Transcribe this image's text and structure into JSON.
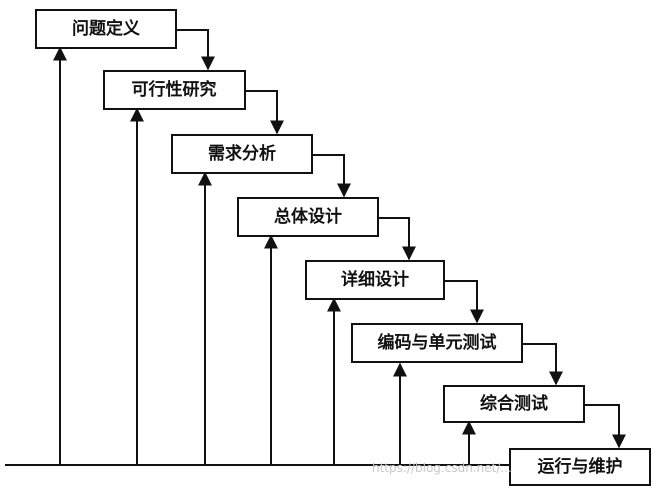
{
  "diagram": {
    "stages": [
      {
        "label": "问题定义"
      },
      {
        "label": "可行性研究"
      },
      {
        "label": "需求分析"
      },
      {
        "label": "总体设计"
      },
      {
        "label": "详细设计"
      },
      {
        "label": "编码与单元测试"
      },
      {
        "label": "综合测试"
      },
      {
        "label": "运行与维护"
      }
    ],
    "watermark": "https://blog.csdn.net/..."
  },
  "colors": {
    "ink": "#111111",
    "background": "#ffffff",
    "watermark": "#c8c8c8"
  }
}
